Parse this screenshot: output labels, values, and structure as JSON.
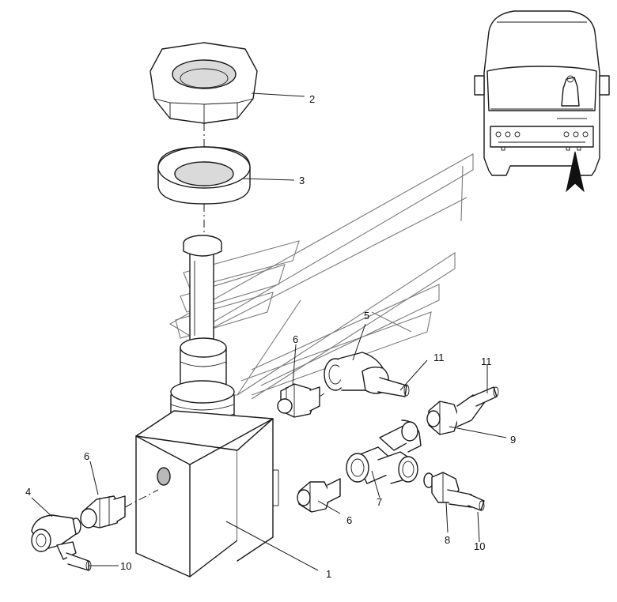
{
  "diagram": {
    "callouts": [
      "1",
      "2",
      "3",
      "4",
      "5",
      "6",
      "7",
      "8",
      "9",
      "10",
      "11"
    ],
    "labels": [
      {
        "id": "c1",
        "text": "1"
      },
      {
        "id": "c2",
        "text": "2"
      },
      {
        "id": "c3",
        "text": "3"
      },
      {
        "id": "c4",
        "text": "4"
      },
      {
        "id": "c5",
        "text": "5"
      },
      {
        "id": "c6a",
        "text": "6"
      },
      {
        "id": "c6b",
        "text": "6"
      },
      {
        "id": "c6c",
        "text": "6"
      },
      {
        "id": "c7",
        "text": "7"
      },
      {
        "id": "c8",
        "text": "8"
      },
      {
        "id": "c9",
        "text": "9"
      },
      {
        "id": "c10a",
        "text": "10"
      },
      {
        "id": "c10b",
        "text": "10"
      },
      {
        "id": "c11a",
        "text": "11"
      },
      {
        "id": "c11b",
        "text": "11"
      }
    ]
  }
}
